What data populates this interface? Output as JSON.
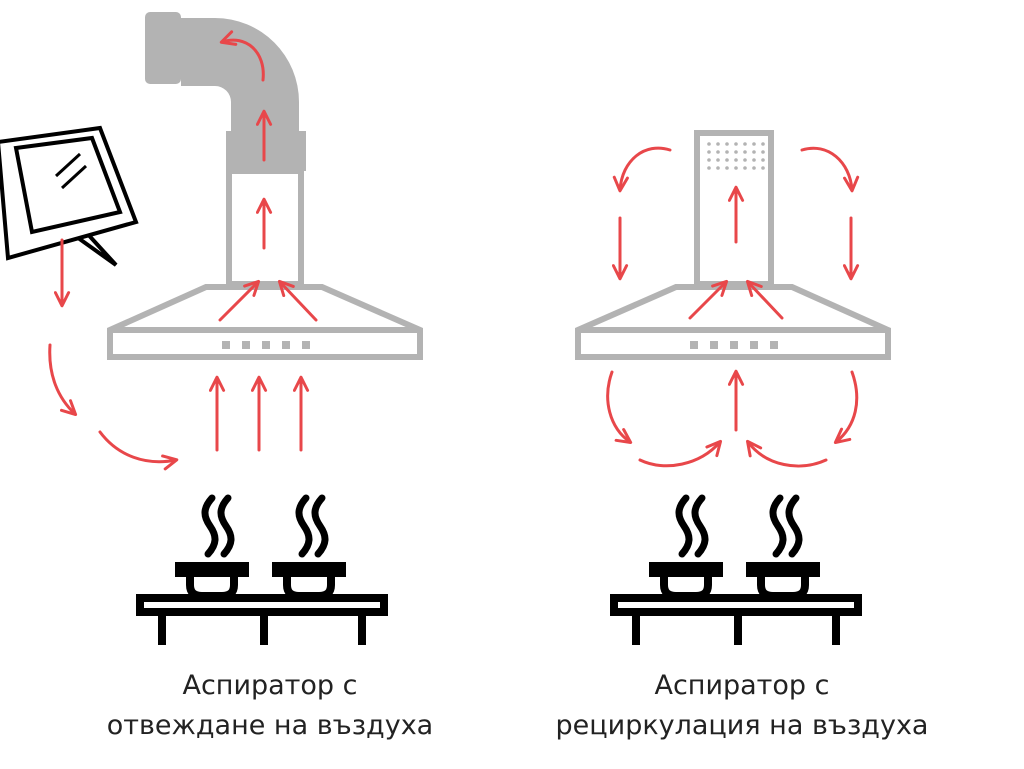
{
  "captions": {
    "left": {
      "line1": "Аспиратор с",
      "line2": "отвеждане на въздуха"
    },
    "right": {
      "line1": "Аспиратор с",
      "line2": "рециркулация на въздуха"
    }
  },
  "colors": {
    "airflow": "#e8474a",
    "hood": "#b3b3b3",
    "stove": "#000000",
    "text": "#222222"
  }
}
